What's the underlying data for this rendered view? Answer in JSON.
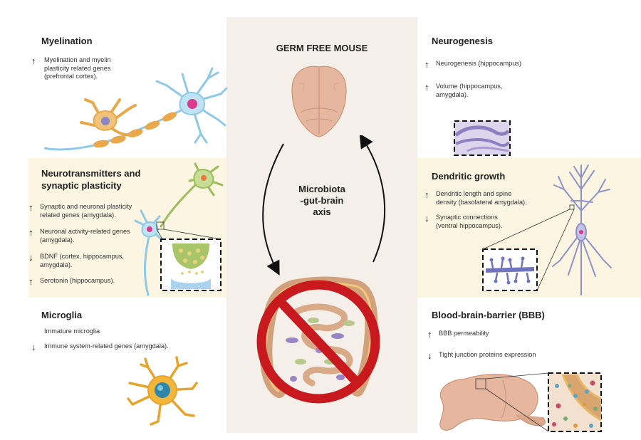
{
  "center": {
    "title": "GERM FREE MOUSE",
    "axis_label_1": "Microbiota",
    "axis_label_2": "-gut-brain",
    "axis_label_3": "axis"
  },
  "myelination": {
    "title": "Myelination",
    "items": [
      {
        "arrow": "up",
        "text_1": "Myelination and myelin",
        "text_2": "plasticity related genes",
        "text_3": "(prefrontal cortex)."
      }
    ]
  },
  "neurotransmitters": {
    "title_1": "Neurotransmitters and",
    "title_2": "synaptic plasticity",
    "items": [
      {
        "arrow": "up",
        "text_1": "Synaptic and neuronal plasticity",
        "text_2": "related genes (amygdala)."
      },
      {
        "arrow": "up",
        "text_1": "Neuronal activity-related genes",
        "text_2": "(amygdala)."
      },
      {
        "arrow": "down",
        "text_1": "BDNF (cortex, hippocampus,",
        "text_2": "amygdala)."
      },
      {
        "arrow": "up",
        "text_1": "Serotonin (hippocampus)."
      }
    ]
  },
  "microglia": {
    "title": "Microglia",
    "items": [
      {
        "arrow": "none",
        "text_1": "Immature microglia"
      },
      {
        "arrow": "down",
        "text_1": "Immune system-related genes (amygdala)."
      }
    ]
  },
  "neurogenesis": {
    "title": "Neurogenesis",
    "items": [
      {
        "arrow": "up",
        "text_1": "Neurogenesis  (hippocampus)"
      },
      {
        "arrow": "up",
        "text_1": "Volume  (hippocampus,",
        "text_2": "amygdala)."
      }
    ]
  },
  "dendritic": {
    "title": "Dendritic growth",
    "items": [
      {
        "arrow": "up",
        "text_1": "Dendritic length and spine",
        "text_2": "density (basolateral amygdala)."
      },
      {
        "arrow": "down",
        "text_1": "Synaptic connections",
        "text_2": "(ventral hippocampus)."
      }
    ]
  },
  "bbb": {
    "title": "Blood-brain-barrier (BBB)",
    "items": [
      {
        "arrow": "up",
        "text_1": "BBB permeability"
      },
      {
        "arrow": "down",
        "text_1": "Tight junction proteins expression"
      }
    ]
  },
  "arrow_glyphs": {
    "up": "↑",
    "down": "↓"
  },
  "colors": {
    "center_bg": "#f4efe9",
    "highlight_bg": "#fbf5e2",
    "prohibition_red": "#c8191f",
    "neuron_blue": "#8ec9e8",
    "neuron_orange": "#e9a84a",
    "brain_pink": "#e6b79e",
    "microglia_orange": "#e8a32a"
  }
}
